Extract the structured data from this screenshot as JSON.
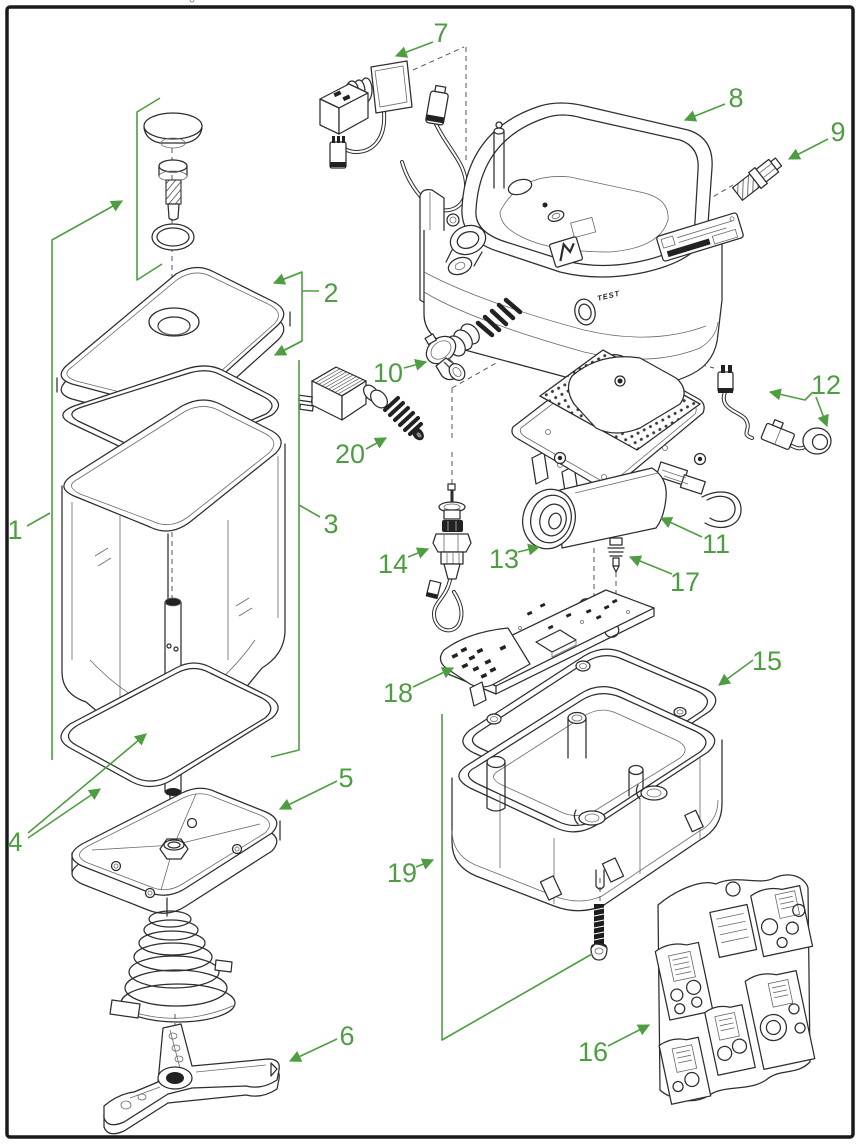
{
  "colors": {
    "callout_green": "#4f9d42",
    "line_dark": "#2d2d2d",
    "frame": "#1a1a1a",
    "background": "#ffffff"
  },
  "labels": {
    "housing_test": "TEST"
  },
  "callouts": [
    {
      "label": "1"
    },
    {
      "label": "2"
    },
    {
      "label": "3"
    },
    {
      "label": "4"
    },
    {
      "label": "5"
    },
    {
      "label": "6"
    },
    {
      "label": "7"
    },
    {
      "label": "8"
    },
    {
      "label": "9"
    },
    {
      "label": "10"
    },
    {
      "label": "11"
    },
    {
      "label": "12"
    },
    {
      "label": "13"
    },
    {
      "label": "14"
    },
    {
      "label": "15"
    },
    {
      "label": "16"
    },
    {
      "label": "17"
    },
    {
      "label": "18"
    },
    {
      "label": "19"
    },
    {
      "label": "20"
    }
  ]
}
